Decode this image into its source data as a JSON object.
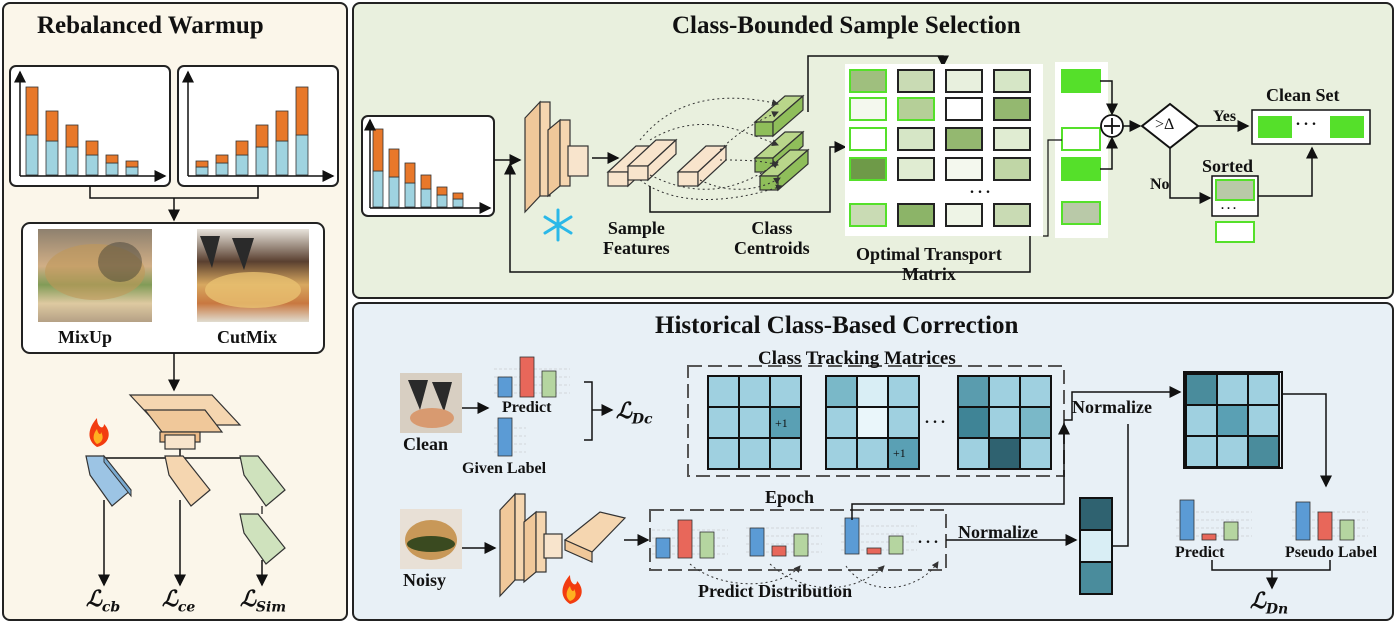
{
  "left": {
    "title": "Rebalanced Warmup",
    "mixup_label": "MixUp",
    "cutmix_label": "CutMix",
    "loss_cb": "ℒ",
    "loss_cb_sub": "cb",
    "loss_ce": "ℒ",
    "loss_ce_sub": "ce",
    "loss_sim": "ℒ",
    "loss_sim_sub": "Sim"
  },
  "top": {
    "title": "Class-Bounded Sample Selection",
    "sample_features": "Sample\nFeatures",
    "class_centroids": "Class\nCentroids",
    "ot_matrix": "Optimal Transport\nMatrix",
    "decision": ">Δ",
    "yes": "Yes",
    "no": "No",
    "clean_set": "Clean Set",
    "sorted": "Sorted",
    "dots": ". . ."
  },
  "bottom": {
    "title": "Historical Class-Based Correction",
    "class_tracking": "Class Tracking Matrices",
    "clean": "Clean",
    "noisy": "Noisy",
    "predict": "Predict",
    "given_label": "Given Label",
    "loss_dc": "ℒ",
    "loss_dc_sub": "Dc",
    "plus_one": "+1",
    "normalize": "Normalize",
    "epoch": "Epoch",
    "predict_distribution": "Predict Distribution",
    "pseudo_label": "Pseudo Label",
    "loss_dn": "ℒ",
    "loss_dn_sub": "Dn",
    "dots": ". . ."
  },
  "colors": {
    "orange": "#e8782a",
    "light_blue": "#9fd3e0",
    "blue_bar": "#5b9bd5",
    "red_bar": "#e8675a",
    "green_bar": "#b5d5a0",
    "bright_green": "#55e02a"
  }
}
